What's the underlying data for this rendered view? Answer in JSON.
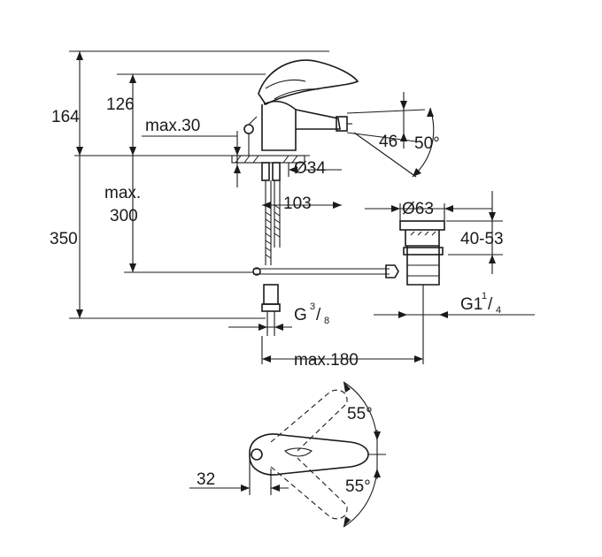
{
  "dimensions": {
    "h_total_top": "164",
    "h_outlet": "126",
    "max_30": "max.30",
    "max_300_line1": "max.",
    "max_300_line2": "300",
    "h_350": "350",
    "d_46": "46",
    "angle_50": "50°",
    "dia_34": "Ø34",
    "reach_103": "103",
    "dia_63": "Ø63",
    "range_40_53": "40-53",
    "thread_g38_base": "G",
    "thread_g38_num": "3",
    "thread_g38_den": "8",
    "thread_g114_base": "G1",
    "thread_g114_num": "1",
    "thread_g114_den": "4",
    "max_180": "max.180",
    "angle_55_top": "55°",
    "angle_55_bottom": "55°",
    "offset_32": "32"
  }
}
